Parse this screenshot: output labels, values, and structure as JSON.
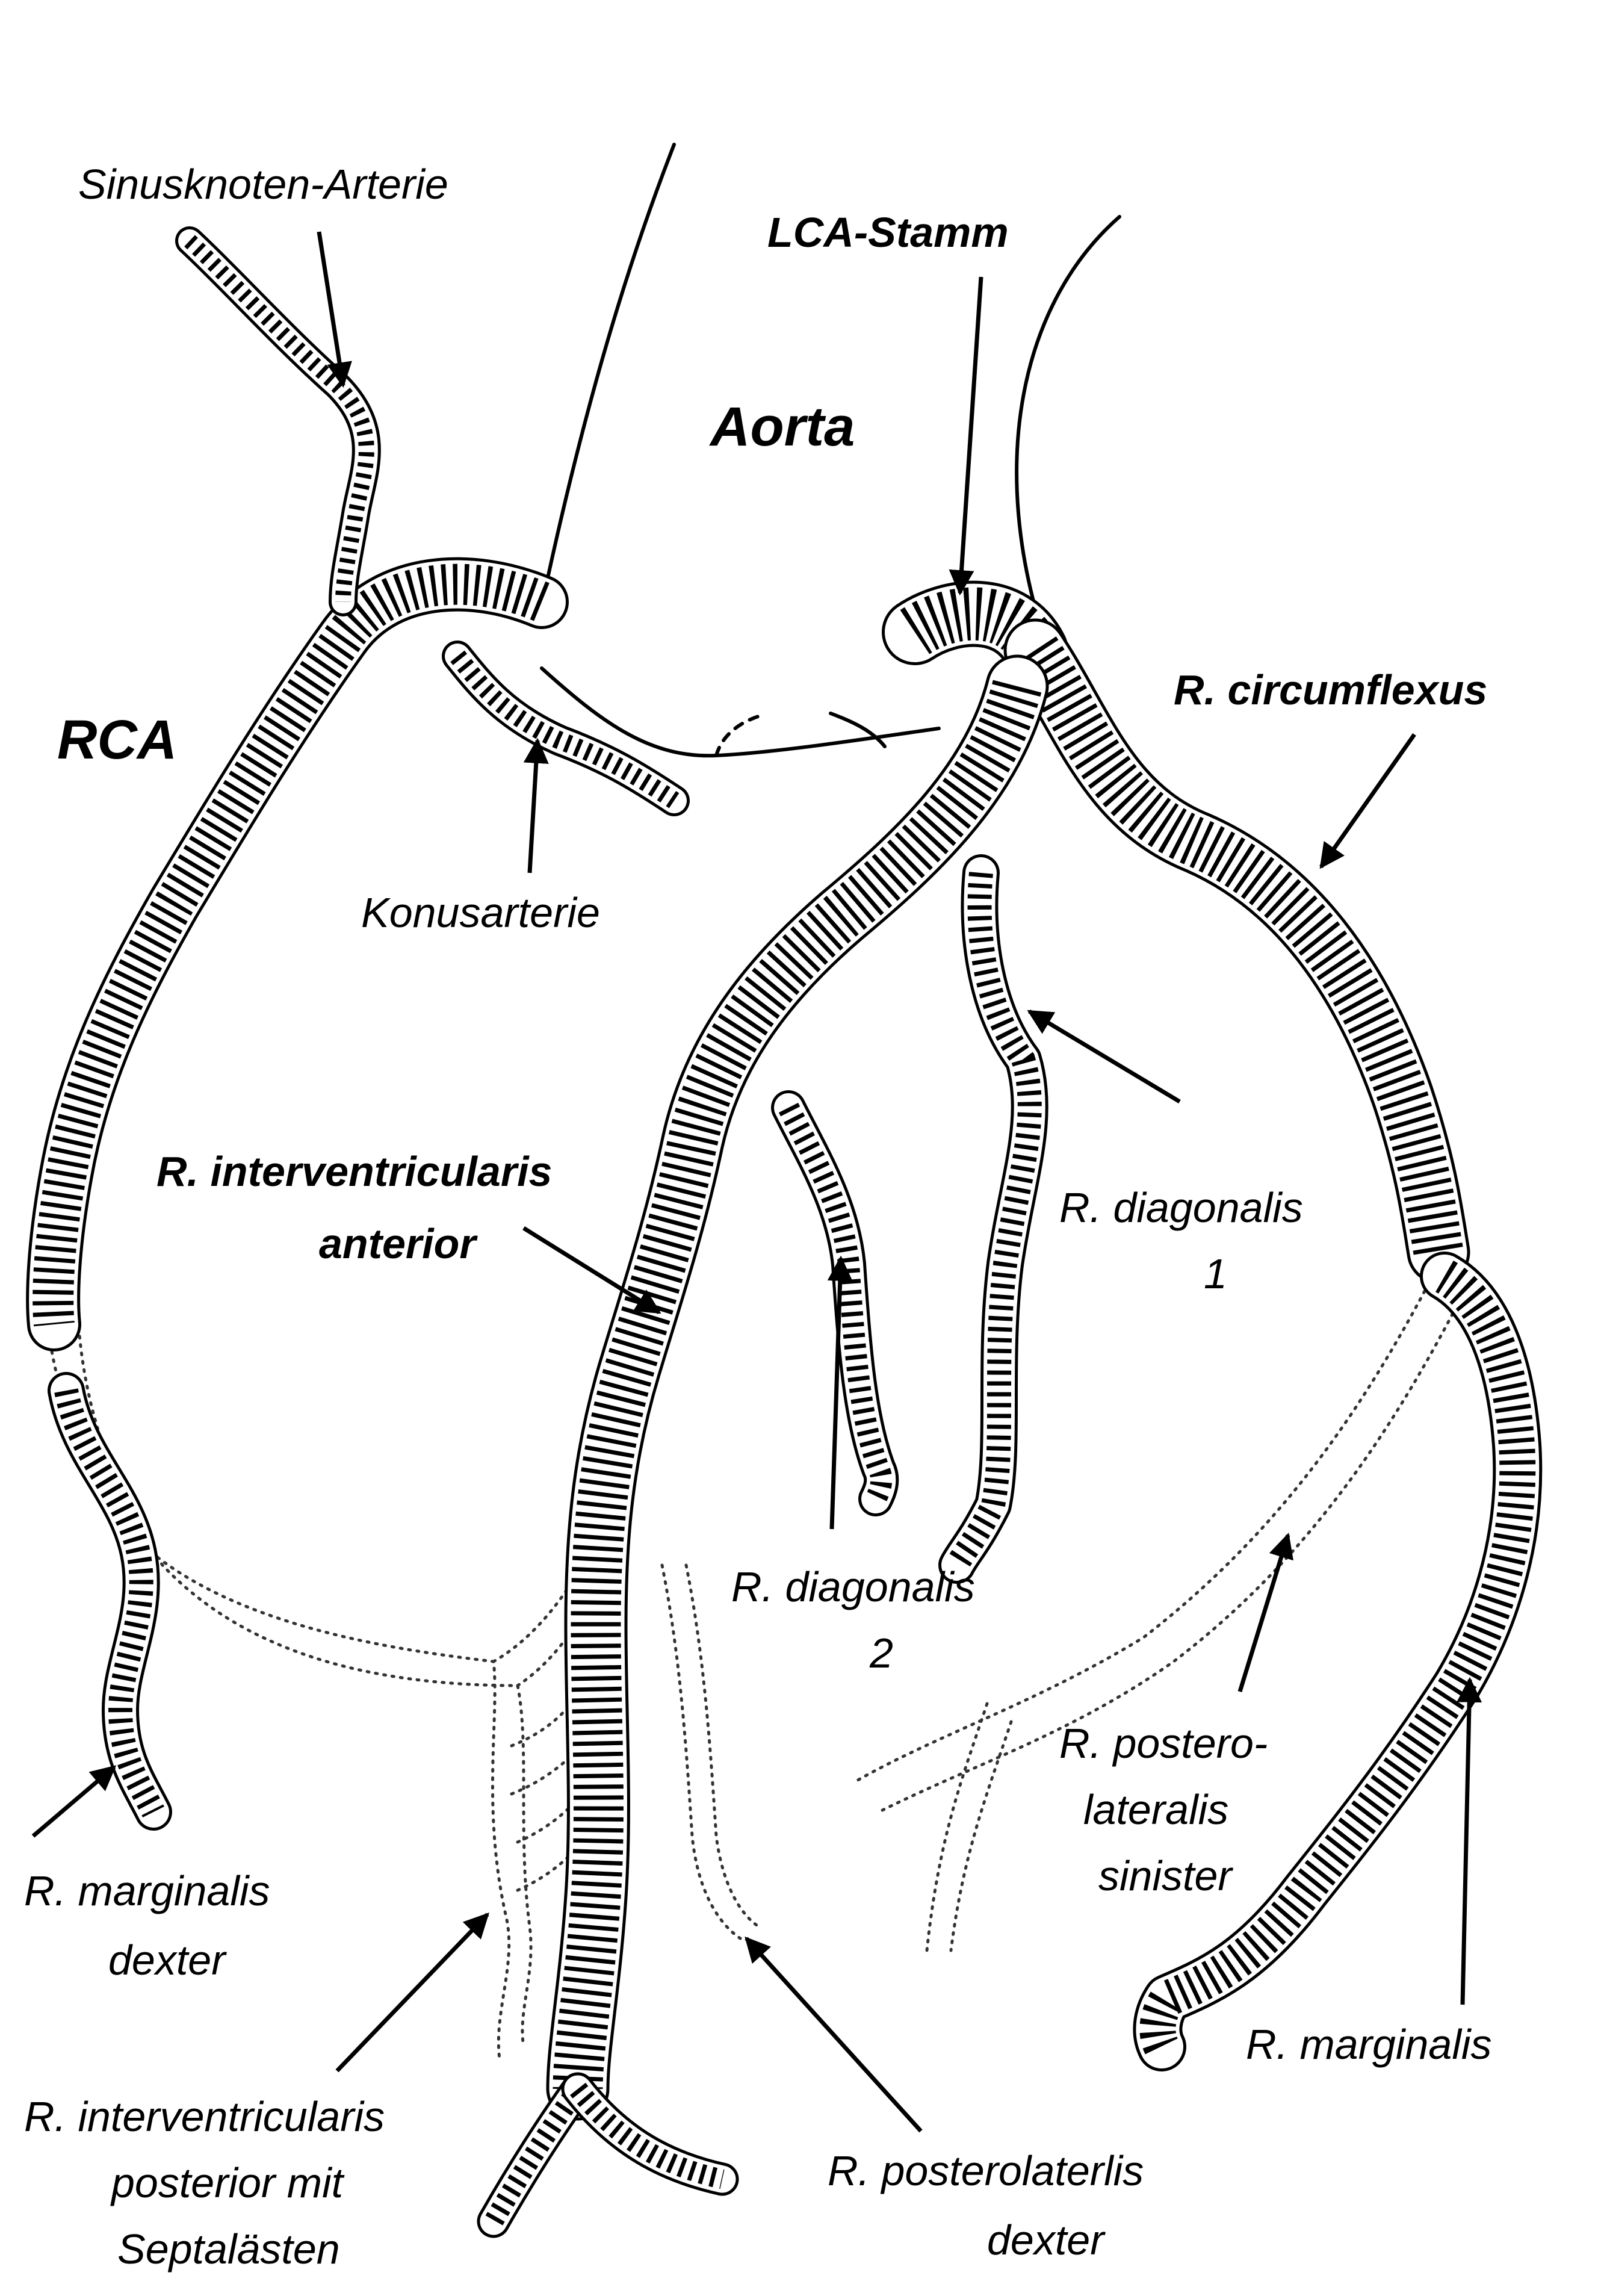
{
  "labels": {
    "sinusknoten": "Sinusknoten-Arterie",
    "lca_stamm": "LCA-Stamm",
    "aorta": "Aorta",
    "rca": "RCA",
    "circumflexus": "R. circumflexus",
    "konusarterie": "Konusarterie",
    "interventricularis_anterior_1": "R. interventricularis",
    "interventricularis_anterior_2": "anterior",
    "diagonalis1_1": "R. diagonalis",
    "diagonalis1_2": "1",
    "diagonalis2_1": "R. diagonalis",
    "diagonalis2_2": "2",
    "posterolateralis_sinister_1": "R. postero-",
    "posterolateralis_sinister_2": "lateralis",
    "posterolateralis_sinister_3": "sinister",
    "marginalis_dexter_1": "R. marginalis",
    "marginalis_dexter_2": "dexter",
    "marginalis": "R. marginalis",
    "interventricularis_posterior_1": "R. interventricularis",
    "interventricularis_posterior_2": "posterior mit",
    "interventricularis_posterior_3": "Septalästen",
    "posterolaterlis_dexter_1": "R. posterolaterlis",
    "posterolaterlis_dexter_2": "dexter"
  }
}
